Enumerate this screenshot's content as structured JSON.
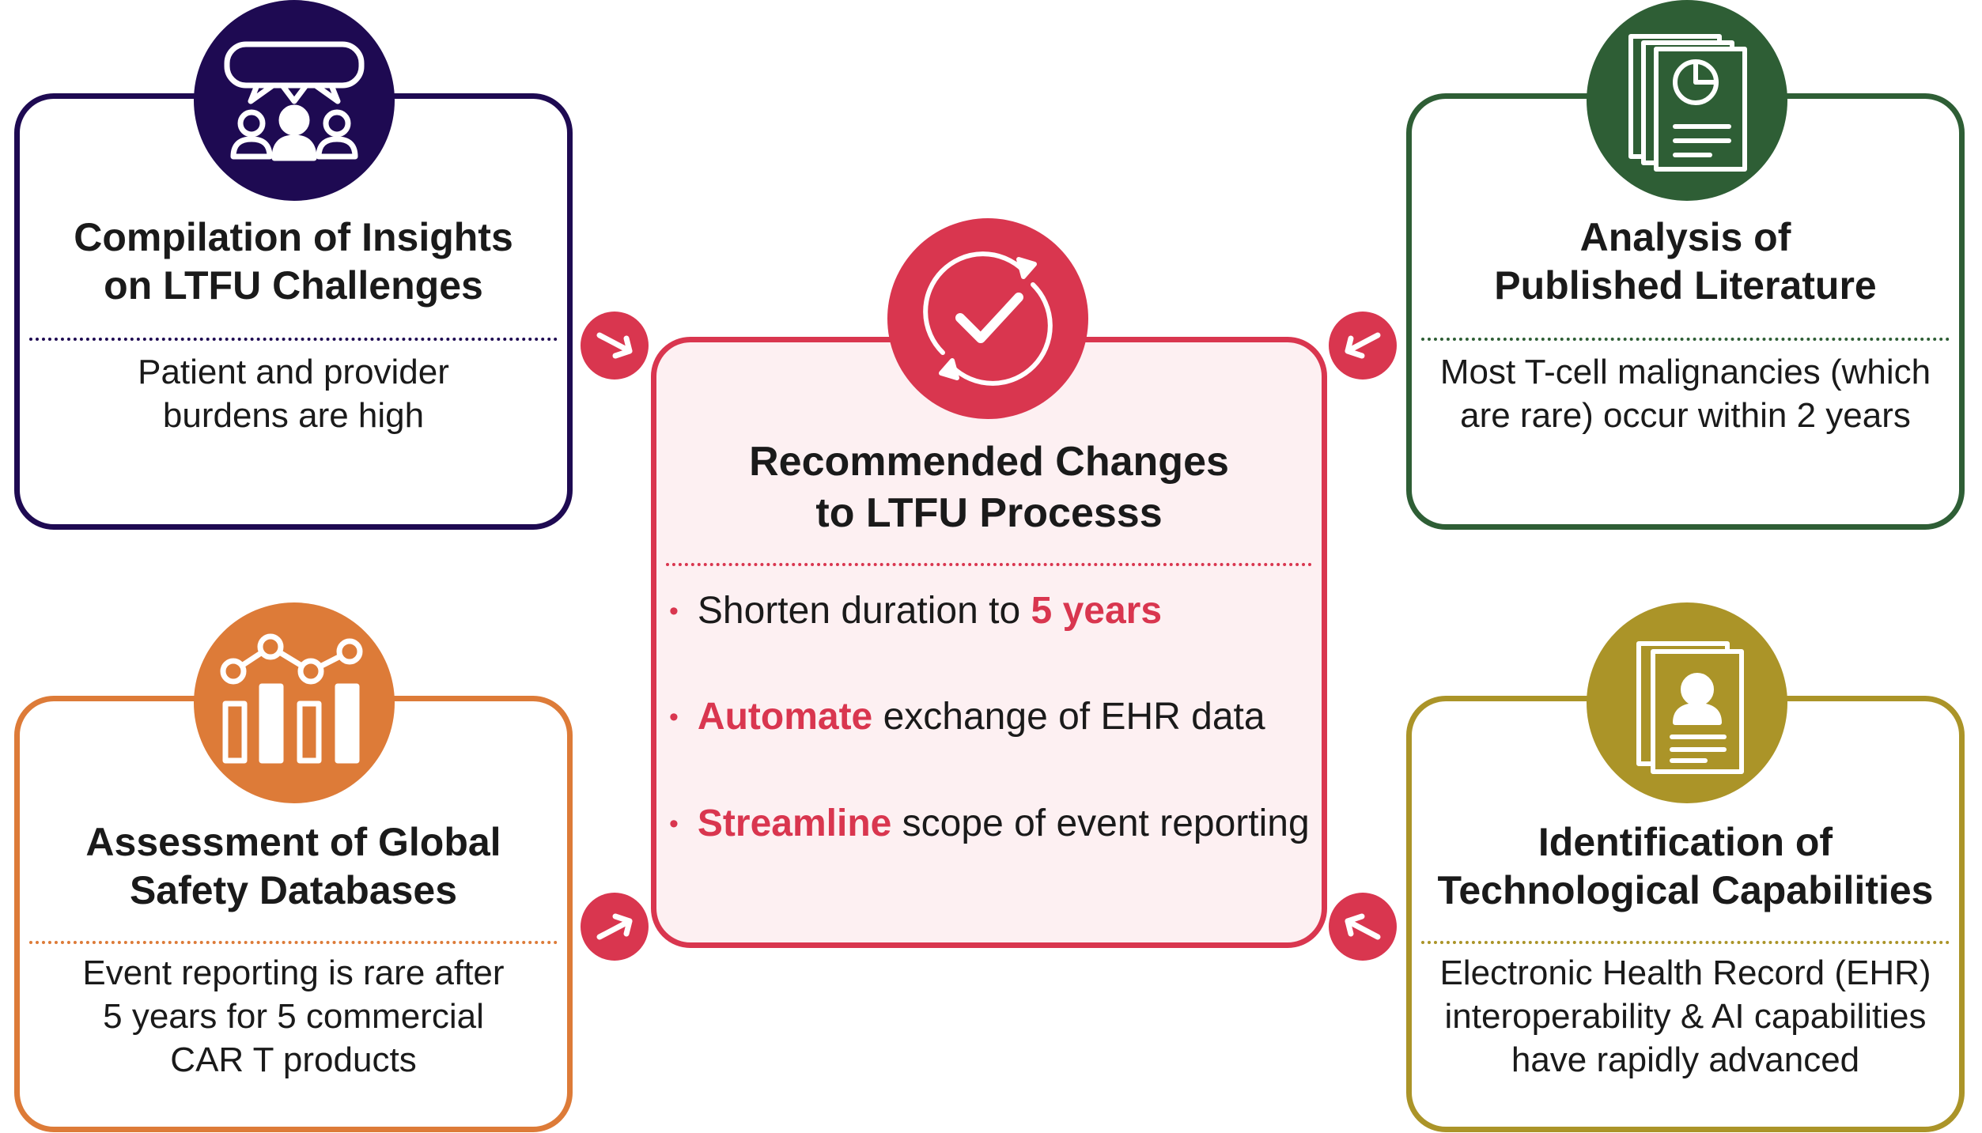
{
  "colors": {
    "purple": "#1e0a52",
    "green": "#2e5e35",
    "orange": "#dd7b38",
    "gold": "#ab9428",
    "red": "#d9364f",
    "center_bg": "#fdf0f2"
  },
  "top_left": {
    "icon": "discussion-group-icon",
    "title_line1": "Compilation of Insights",
    "title_line2": "on LTFU Challenges",
    "body_line1": "Patient and provider",
    "body_line2": "burdens are high"
  },
  "bottom_left": {
    "icon": "analytics-chart-icon",
    "title_line1": "Assessment of Global",
    "title_line2": "Safety Databases",
    "body_line1": "Event reporting is rare after",
    "body_line2": "5 years for 5 commercial",
    "body_line3": "CAR T products"
  },
  "top_right": {
    "icon": "report-document-icon",
    "title_line1": "Analysis of",
    "title_line2": "Published Literature",
    "body_line1": "Most T-cell malignancies (which",
    "body_line2": "are rare) occur within 2 years"
  },
  "bottom_right": {
    "icon": "profile-document-icon",
    "title_line1": "Identification of",
    "title_line2": "Technological Capabilities",
    "body_line1": "Electronic Health Record (EHR)",
    "body_line2": "interoperability & AI capabilities",
    "body_line3": "have rapidly advanced"
  },
  "center": {
    "icon": "refresh-check-icon",
    "title_line1": "Recommended Changes",
    "title_line2": "to LTFU Processs",
    "bullets": [
      {
        "plain_before": "Shorten duration to ",
        "highlight": "5 years",
        "plain_after": ""
      },
      {
        "plain_before": "",
        "highlight": "Automate",
        "plain_after": " exchange of EHR data"
      },
      {
        "plain_before": "",
        "highlight": "Streamline",
        "plain_after": " scope of event reporting"
      }
    ]
  }
}
